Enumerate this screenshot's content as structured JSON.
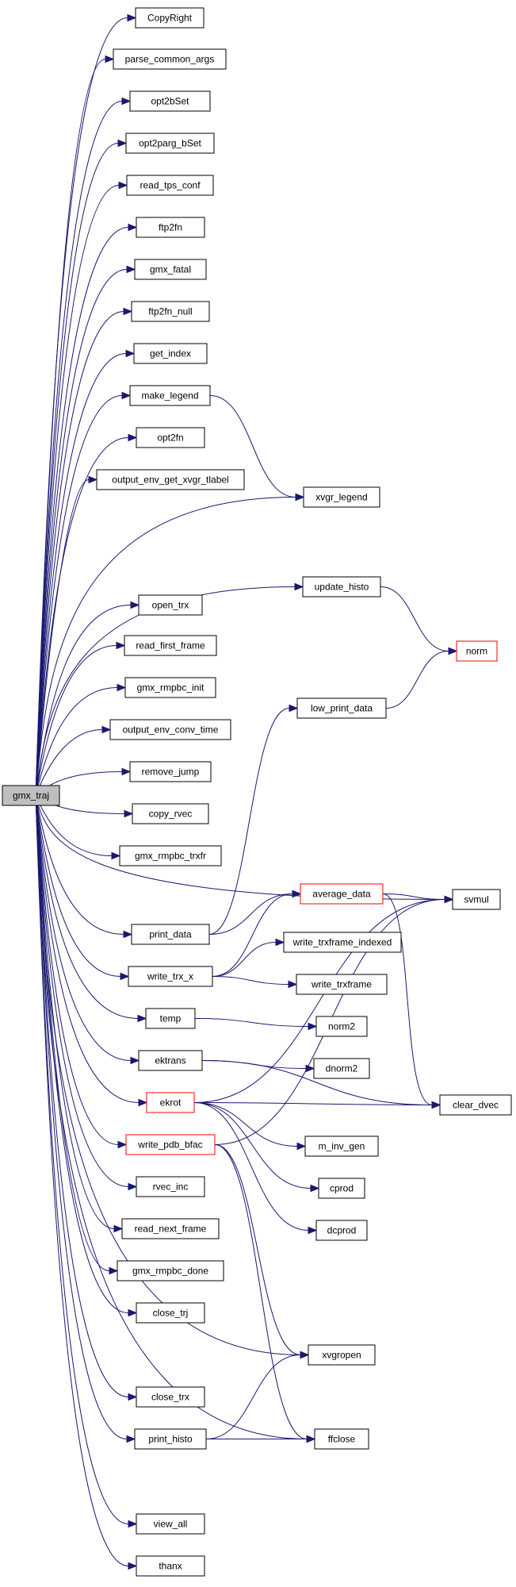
{
  "graph": {
    "root": "gmx_traj",
    "nodes": [
      {
        "id": "gmx_traj",
        "label": "gmx_traj",
        "root": true
      },
      {
        "id": "CopyRight",
        "label": "CopyRight"
      },
      {
        "id": "parse_common_args",
        "label": "parse_common_args"
      },
      {
        "id": "opt2bSet",
        "label": "opt2bSet"
      },
      {
        "id": "opt2parg_bSet",
        "label": "opt2parg_bSet"
      },
      {
        "id": "read_tps_conf",
        "label": "read_tps_conf"
      },
      {
        "id": "ftp2fn",
        "label": "ftp2fn"
      },
      {
        "id": "gmx_fatal",
        "label": "gmx_fatal"
      },
      {
        "id": "ftp2fn_null",
        "label": "ftp2fn_null"
      },
      {
        "id": "get_index",
        "label": "get_index"
      },
      {
        "id": "make_legend",
        "label": "make_legend"
      },
      {
        "id": "opt2fn",
        "label": "opt2fn"
      },
      {
        "id": "output_env_get_xvgr_tlabel",
        "label": "output_env_get_xvgr_tlabel"
      },
      {
        "id": "xvgr_legend",
        "label": "xvgr_legend"
      },
      {
        "id": "update_histo",
        "label": "update_histo"
      },
      {
        "id": "open_trx",
        "label": "open_trx"
      },
      {
        "id": "norm",
        "label": "norm",
        "red": true
      },
      {
        "id": "read_first_frame",
        "label": "read_first_frame"
      },
      {
        "id": "gmx_rmpbc_init",
        "label": "gmx_rmpbc_init"
      },
      {
        "id": "low_print_data",
        "label": "low_print_data"
      },
      {
        "id": "output_env_conv_time",
        "label": "output_env_conv_time"
      },
      {
        "id": "remove_jump",
        "label": "remove_jump"
      },
      {
        "id": "copy_rvec",
        "label": "copy_rvec"
      },
      {
        "id": "gmx_rmpbc_trxfr",
        "label": "gmx_rmpbc_trxfr"
      },
      {
        "id": "average_data",
        "label": "average_data",
        "red": true
      },
      {
        "id": "svmul",
        "label": "svmul"
      },
      {
        "id": "print_data",
        "label": "print_data"
      },
      {
        "id": "write_trxframe_indexed",
        "label": "write_trxframe_indexed"
      },
      {
        "id": "write_trx_x",
        "label": "write_trx_x"
      },
      {
        "id": "write_trxframe",
        "label": "write_trxframe"
      },
      {
        "id": "temp",
        "label": "temp"
      },
      {
        "id": "norm2",
        "label": "norm2"
      },
      {
        "id": "ektrans",
        "label": "ektrans"
      },
      {
        "id": "dnorm2",
        "label": "dnorm2"
      },
      {
        "id": "clear_dvec",
        "label": "clear_dvec"
      },
      {
        "id": "ekrot",
        "label": "ekrot",
        "red": true
      },
      {
        "id": "m_inv_gen",
        "label": "m_inv_gen"
      },
      {
        "id": "write_pdb_bfac",
        "label": "write_pdb_bfac",
        "red": true
      },
      {
        "id": "rvec_inc",
        "label": "rvec_inc"
      },
      {
        "id": "cprod",
        "label": "cprod"
      },
      {
        "id": "read_next_frame",
        "label": "read_next_frame"
      },
      {
        "id": "dcprod",
        "label": "dcprod"
      },
      {
        "id": "gmx_rmpbc_done",
        "label": "gmx_rmpbc_done"
      },
      {
        "id": "close_trj",
        "label": "close_trj"
      },
      {
        "id": "xvgropen",
        "label": "xvgropen"
      },
      {
        "id": "close_trx",
        "label": "close_trx"
      },
      {
        "id": "print_histo",
        "label": "print_histo"
      },
      {
        "id": "ffclose",
        "label": "ffclose"
      },
      {
        "id": "view_all",
        "label": "view_all"
      },
      {
        "id": "thanx",
        "label": "thanx"
      }
    ],
    "edges": [
      [
        "gmx_traj",
        "CopyRight"
      ],
      [
        "gmx_traj",
        "parse_common_args"
      ],
      [
        "gmx_traj",
        "opt2bSet"
      ],
      [
        "gmx_traj",
        "opt2parg_bSet"
      ],
      [
        "gmx_traj",
        "read_tps_conf"
      ],
      [
        "gmx_traj",
        "ftp2fn"
      ],
      [
        "gmx_traj",
        "gmx_fatal"
      ],
      [
        "gmx_traj",
        "ftp2fn_null"
      ],
      [
        "gmx_traj",
        "get_index"
      ],
      [
        "gmx_traj",
        "make_legend"
      ],
      [
        "gmx_traj",
        "opt2fn"
      ],
      [
        "gmx_traj",
        "output_env_get_xvgr_tlabel"
      ],
      [
        "gmx_traj",
        "xvgr_legend"
      ],
      [
        "gmx_traj",
        "update_histo"
      ],
      [
        "gmx_traj",
        "open_trx"
      ],
      [
        "gmx_traj",
        "read_first_frame"
      ],
      [
        "gmx_traj",
        "gmx_rmpbc_init"
      ],
      [
        "gmx_traj",
        "output_env_conv_time"
      ],
      [
        "gmx_traj",
        "remove_jump"
      ],
      [
        "gmx_traj",
        "copy_rvec"
      ],
      [
        "gmx_traj",
        "gmx_rmpbc_trxfr"
      ],
      [
        "gmx_traj",
        "svmul"
      ],
      [
        "gmx_traj",
        "print_data"
      ],
      [
        "gmx_traj",
        "write_trx_x"
      ],
      [
        "gmx_traj",
        "temp"
      ],
      [
        "gmx_traj",
        "ektrans"
      ],
      [
        "gmx_traj",
        "ekrot"
      ],
      [
        "gmx_traj",
        "write_pdb_bfac"
      ],
      [
        "gmx_traj",
        "rvec_inc"
      ],
      [
        "gmx_traj",
        "read_next_frame"
      ],
      [
        "gmx_traj",
        "gmx_rmpbc_done"
      ],
      [
        "gmx_traj",
        "close_trj"
      ],
      [
        "gmx_traj",
        "xvgropen"
      ],
      [
        "gmx_traj",
        "close_trx"
      ],
      [
        "gmx_traj",
        "print_histo"
      ],
      [
        "gmx_traj",
        "ffclose"
      ],
      [
        "gmx_traj",
        "view_all"
      ],
      [
        "gmx_traj",
        "thanx"
      ],
      [
        "make_legend",
        "xvgr_legend"
      ],
      [
        "update_histo",
        "norm"
      ],
      [
        "low_print_data",
        "norm"
      ],
      [
        "print_data",
        "low_print_data"
      ],
      [
        "print_data",
        "average_data"
      ],
      [
        "average_data",
        "svmul"
      ],
      [
        "average_data",
        "clear_dvec"
      ],
      [
        "write_trx_x",
        "average_data"
      ],
      [
        "write_trx_x",
        "write_trxframe_indexed"
      ],
      [
        "write_trx_x",
        "write_trxframe"
      ],
      [
        "temp",
        "norm2"
      ],
      [
        "ektrans",
        "dnorm2"
      ],
      [
        "ektrans",
        "clear_dvec"
      ],
      [
        "ekrot",
        "m_inv_gen"
      ],
      [
        "ekrot",
        "cprod"
      ],
      [
        "ekrot",
        "dcprod"
      ],
      [
        "ekrot",
        "clear_dvec"
      ],
      [
        "ekrot",
        "svmul"
      ],
      [
        "write_pdb_bfac",
        "xvgropen"
      ],
      [
        "write_pdb_bfac",
        "ffclose"
      ],
      [
        "write_pdb_bfac",
        "svmul"
      ],
      [
        "print_histo",
        "xvgropen"
      ],
      [
        "print_histo",
        "ffclose"
      ]
    ]
  }
}
